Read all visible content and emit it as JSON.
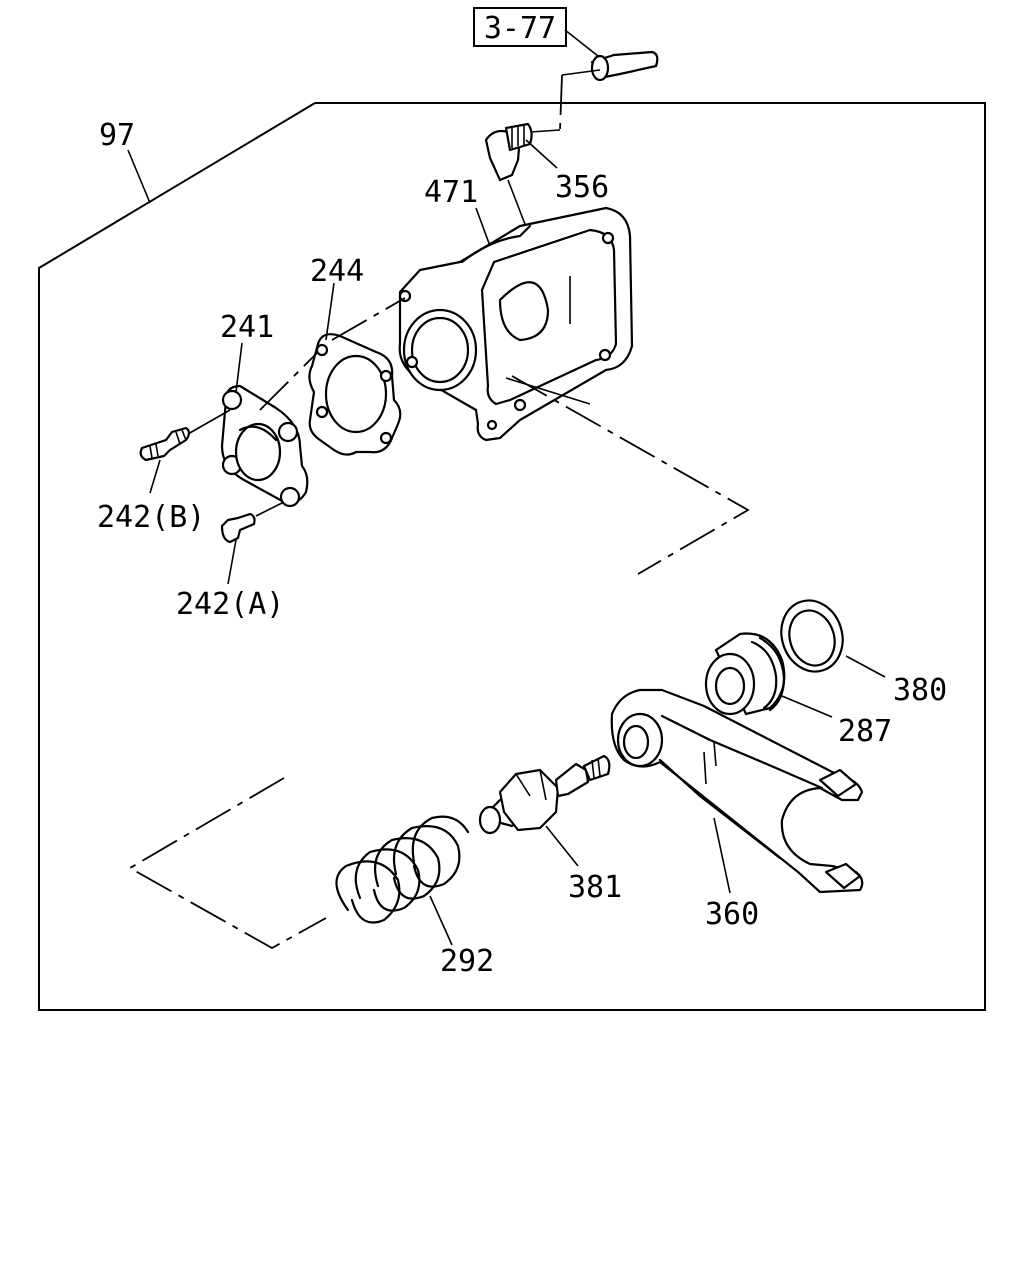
{
  "diagram": {
    "ref_box_label": "3-77",
    "callouts": {
      "assembly": "97",
      "fitting": "356",
      "housing": "471",
      "gasket": "244",
      "cover": "241",
      "stud_b": "242(B)",
      "bolt_a": "242(A)",
      "seal": "380",
      "bushing": "287",
      "fork": "360",
      "pivot": "381",
      "spring": "292"
    }
  }
}
